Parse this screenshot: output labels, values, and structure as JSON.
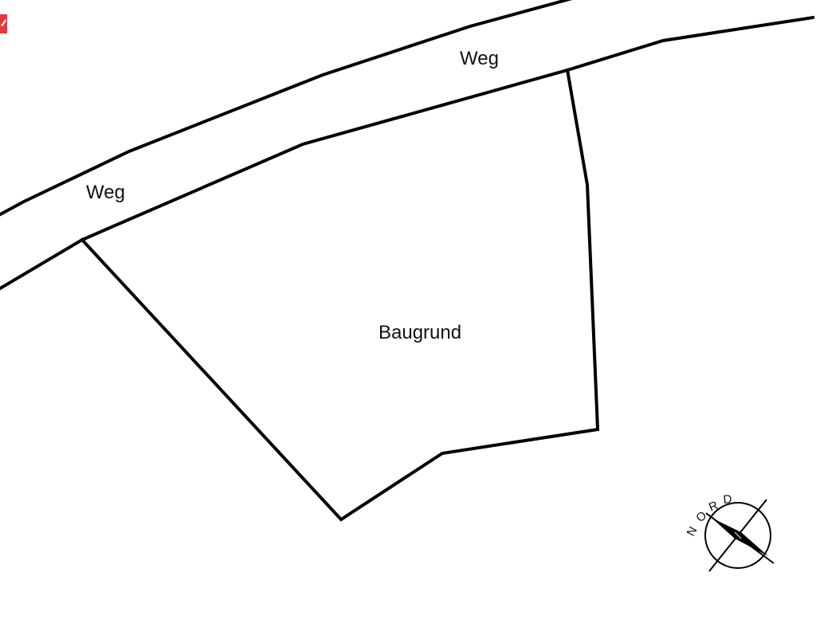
{
  "labels": {
    "road_left": "Weg",
    "road_right": "Weg",
    "plot": "Baugrund"
  },
  "compass": {
    "letters": [
      "N",
      "O",
      "R",
      "D"
    ]
  },
  "colors": {
    "line": "#000000",
    "background": "#ffffff",
    "corner_mark": "#e8383d"
  },
  "icons": {
    "corner": "red-corner-logo-icon",
    "compass": "north-arrow-compass-icon"
  }
}
